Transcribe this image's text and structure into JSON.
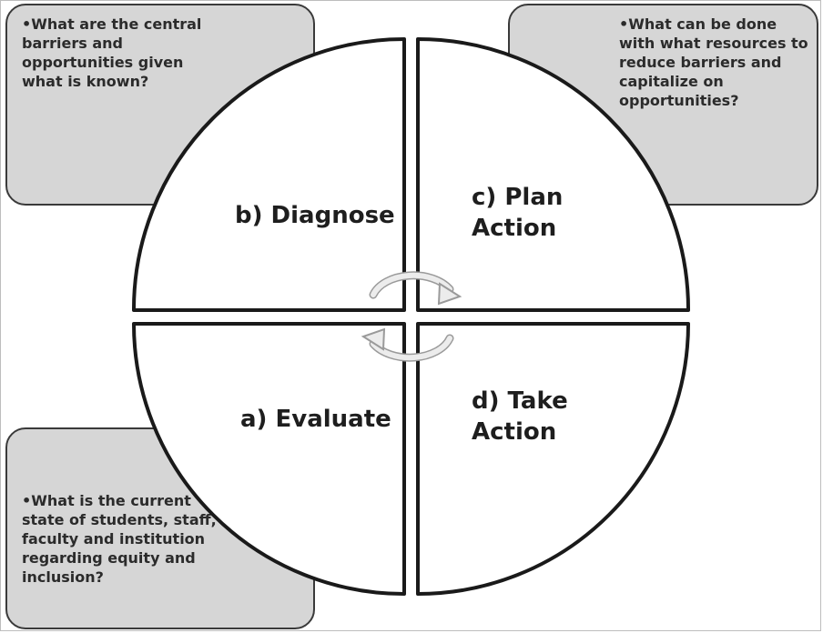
{
  "callouts": {
    "diagnose_question": "What are the central barriers and opportunities given what is known?",
    "plan_question": "What can be done with what resources to reduce barriers and capitalize on opportunities?",
    "evaluate_question": "What is the current state of students, staff, faculty and institution regarding equity and inclusion?"
  },
  "quadrants": {
    "diagnose": "b) Diagnose",
    "plan_line1": "c) Plan",
    "plan_line2": "Action",
    "evaluate": "a) Evaluate",
    "take_line1": "d) Take",
    "take_line2": "Action"
  },
  "colors": {
    "callout_fill": "#d6d6d6",
    "outline": "#1a1a1a",
    "quadrant_fill": "#ffffff",
    "cycle_arrows": "#e4e4e4"
  },
  "icons": {
    "center": "cycle-arrows-icon"
  }
}
